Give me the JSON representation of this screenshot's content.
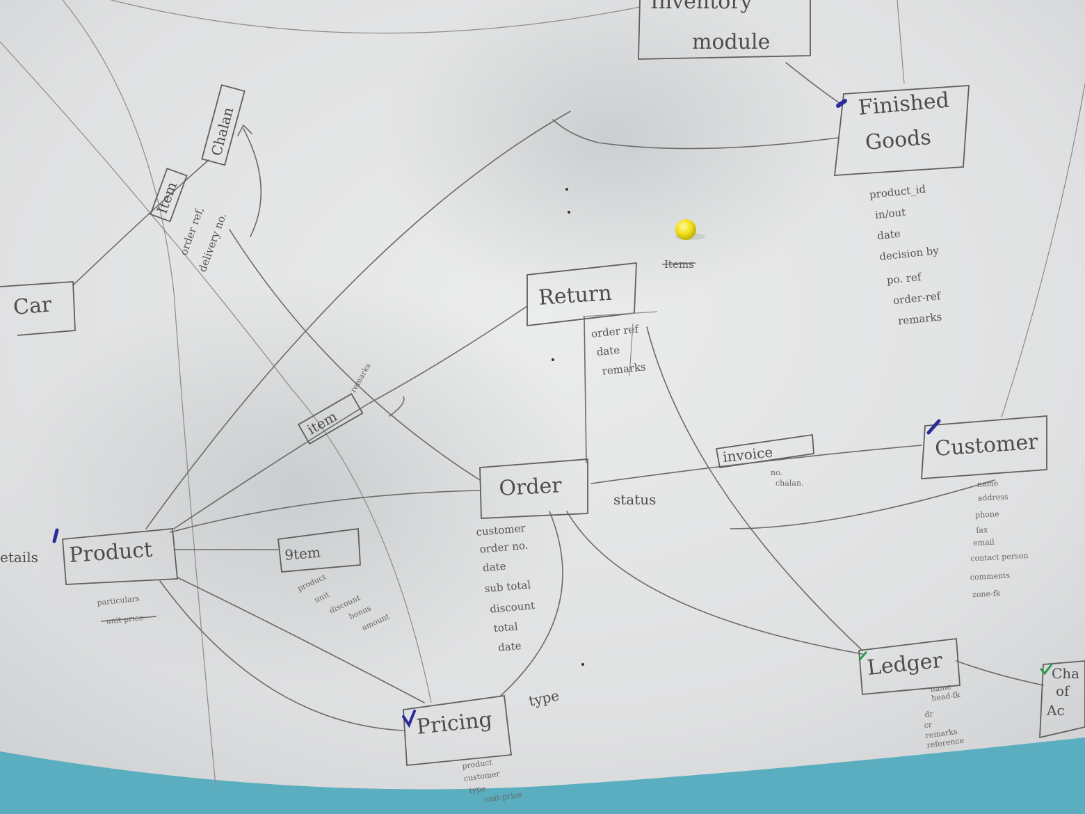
{
  "entities": {
    "inventory_module": [
      "Inventory",
      "module"
    ],
    "finished_goods": [
      "Finished",
      "Goods"
    ],
    "return": "Return",
    "order": "Order",
    "customer": "Customer",
    "product": "Product",
    "pricing": "Pricing",
    "ledger": "Ledger",
    "chart_of_accounts": [
      "Cha",
      "of",
      "Ac"
    ],
    "car": "Car",
    "product_details_prefix": "etails"
  },
  "relationships": {
    "challan": "Chalan",
    "item_chalan": "Item",
    "item_return": "item",
    "invoice": "invoice",
    "item_order": "9tem",
    "status": "status",
    "type": "type",
    "items_struck": "Items"
  },
  "attributes": {
    "item_chalan": [
      "order ref,",
      "delivery no."
    ],
    "finished_goods": [
      "product_id",
      "in/out",
      "date",
      "decision by",
      "po. ref",
      "order-ref",
      "remarks"
    ],
    "return": [
      "order ref",
      "date",
      "remarks"
    ],
    "item_return": [
      "remarks"
    ],
    "invoice": [
      "no.",
      "chalan."
    ],
    "customer": [
      "name",
      "address",
      "phone",
      "fax",
      "email",
      "contact person",
      "comments",
      "zone-fk"
    ],
    "order": [
      "customer",
      "order no.",
      "date",
      "sub total",
      "discount",
      "total",
      "date"
    ],
    "item_order": [
      "product",
      "unit",
      "discount",
      "bonus",
      "amount"
    ],
    "product": [
      "particulars",
      "unit price"
    ],
    "pricing": [
      "product",
      "customer",
      "type",
      "unit-price"
    ],
    "ledger": [
      "name",
      "head-fk",
      "dr",
      "cr",
      "remarks",
      "reference"
    ]
  },
  "colors": {
    "paper": "#eceded",
    "pencil": "#5e5e5e",
    "background": "#5aaec0",
    "pushpin": "#f2e21a",
    "check_blue": "#2b2b9a",
    "check_green": "#2f9a4a"
  }
}
